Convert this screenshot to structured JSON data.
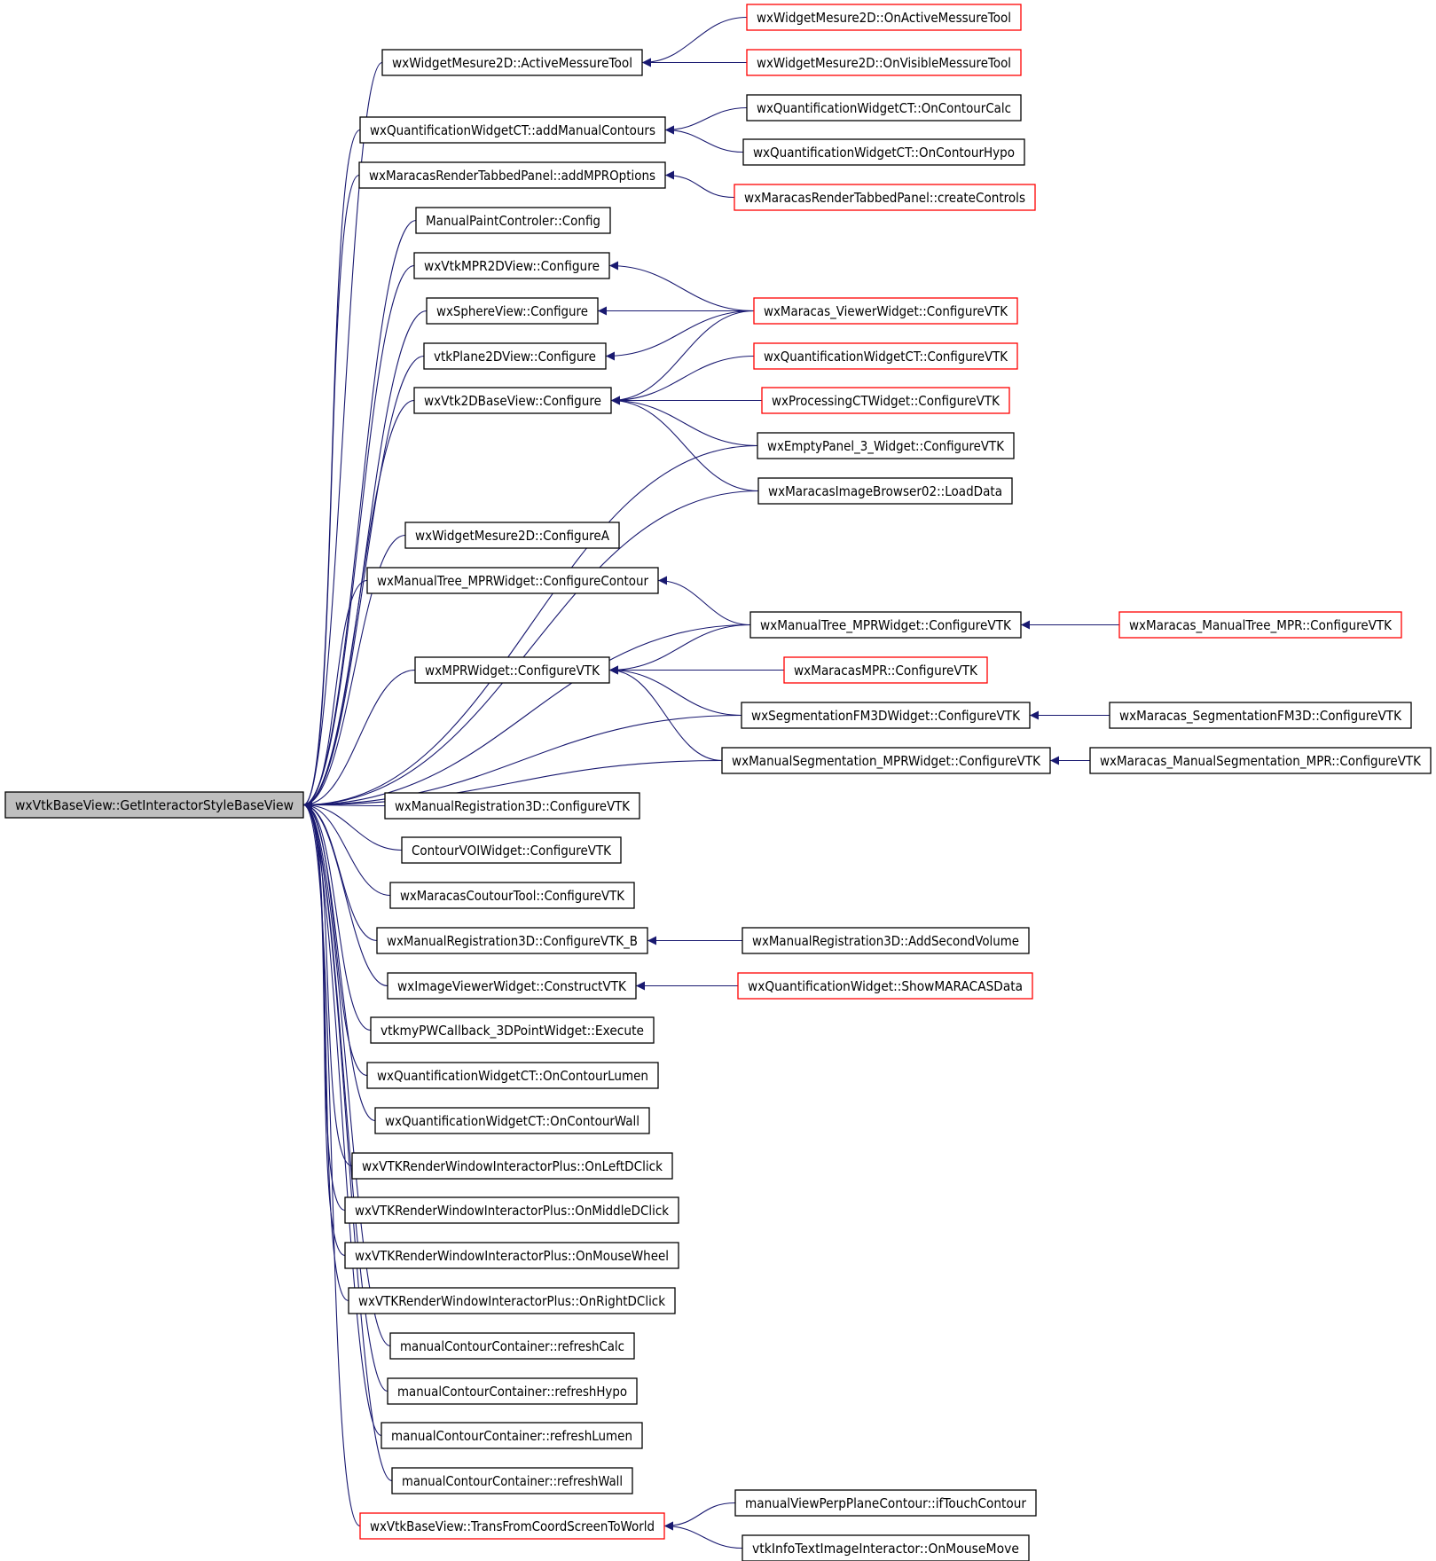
{
  "colors": {
    "edge": "#191970",
    "node_border_default": "#000000",
    "node_border_truncated": "#ff0000",
    "root_fill": "#bfbfbf",
    "background": "#ffffff"
  },
  "graph": {
    "root": "wxVtkBaseView::GetInteractorStyleBaseView",
    "nodes": [
      {
        "id": "root",
        "label": "wxVtkBaseView::GetInteractorStyleBaseView",
        "border": "default",
        "root": true
      },
      {
        "id": "c1",
        "label": "wxWidgetMesure2D::ActiveMessureTool",
        "border": "default"
      },
      {
        "id": "c2",
        "label": "wxQuantificationWidgetCT::addManualContours",
        "border": "default"
      },
      {
        "id": "c3",
        "label": "wxMaracasRenderTabbedPanel::addMPROptions",
        "border": "default"
      },
      {
        "id": "c4",
        "label": "ManualPaintControler::Config",
        "border": "default"
      },
      {
        "id": "c5",
        "label": "wxVtkMPR2DView::Configure",
        "border": "default"
      },
      {
        "id": "c6",
        "label": "wxSphereView::Configure",
        "border": "default"
      },
      {
        "id": "c7",
        "label": "vtkPlane2DView::Configure",
        "border": "default"
      },
      {
        "id": "c8",
        "label": "wxVtk2DBaseView::Configure",
        "border": "default"
      },
      {
        "id": "c9",
        "label": "wxWidgetMesure2D::ConfigureA",
        "border": "default"
      },
      {
        "id": "c10",
        "label": "wxManualTree_MPRWidget::ConfigureContour",
        "border": "default"
      },
      {
        "id": "c11",
        "label": "wxMPRWidget::ConfigureVTK",
        "border": "default"
      },
      {
        "id": "c12",
        "label": "wxManualRegistration3D::ConfigureVTK",
        "border": "default"
      },
      {
        "id": "c13",
        "label": "ContourVOIWidget::ConfigureVTK",
        "border": "default"
      },
      {
        "id": "c14",
        "label": "wxMaracasCoutourTool::ConfigureVTK",
        "border": "default"
      },
      {
        "id": "c15",
        "label": "wxManualRegistration3D::ConfigureVTK_B",
        "border": "default"
      },
      {
        "id": "c16",
        "label": "wxImageViewerWidget::ConstructVTK",
        "border": "default"
      },
      {
        "id": "c17",
        "label": "vtkmyPWCallback_3DPointWidget::Execute",
        "border": "default"
      },
      {
        "id": "c18",
        "label": "wxQuantificationWidgetCT::OnContourLumen",
        "border": "default"
      },
      {
        "id": "c19",
        "label": "wxQuantificationWidgetCT::OnContourWall",
        "border": "default"
      },
      {
        "id": "c20",
        "label": "wxVTKRenderWindowInteractorPlus::OnLeftDClick",
        "border": "default"
      },
      {
        "id": "c21",
        "label": "wxVTKRenderWindowInteractorPlus::OnMiddleDClick",
        "border": "default"
      },
      {
        "id": "c22",
        "label": "wxVTKRenderWindowInteractorPlus::OnMouseWheel",
        "border": "default"
      },
      {
        "id": "c23",
        "label": "wxVTKRenderWindowInteractorPlus::OnRightDClick",
        "border": "default"
      },
      {
        "id": "c24",
        "label": "manualContourContainer::refreshCalc",
        "border": "default"
      },
      {
        "id": "c25",
        "label": "manualContourContainer::refreshHypo",
        "border": "default"
      },
      {
        "id": "c26",
        "label": "manualContourContainer::refreshLumen",
        "border": "default"
      },
      {
        "id": "c27",
        "label": "manualContourContainer::refreshWall",
        "border": "default"
      },
      {
        "id": "c28",
        "label": "wxVtkBaseView::TransFromCoordScreenToWorld",
        "border": "truncated"
      },
      {
        "id": "d1",
        "label": "wxWidgetMesure2D::OnActiveMessureTool",
        "border": "truncated"
      },
      {
        "id": "d2",
        "label": "wxWidgetMesure2D::OnVisibleMessureTool",
        "border": "truncated"
      },
      {
        "id": "d3",
        "label": "wxQuantificationWidgetCT::OnContourCalc",
        "border": "default"
      },
      {
        "id": "d4",
        "label": "wxQuantificationWidgetCT::OnContourHypo",
        "border": "default"
      },
      {
        "id": "d5",
        "label": "wxMaracasRenderTabbedPanel::createControls",
        "border": "truncated"
      },
      {
        "id": "d6",
        "label": "wxMaracas_ViewerWidget::ConfigureVTK",
        "border": "truncated"
      },
      {
        "id": "d7",
        "label": "wxQuantificationWidgetCT::ConfigureVTK",
        "border": "truncated"
      },
      {
        "id": "d8",
        "label": "wxProcessingCTWidget::ConfigureVTK",
        "border": "truncated"
      },
      {
        "id": "d9",
        "label": "wxEmptyPanel_3_Widget::ConfigureVTK",
        "border": "default"
      },
      {
        "id": "d10",
        "label": "wxMaracasImageBrowser02::LoadData",
        "border": "default"
      },
      {
        "id": "d11",
        "label": "wxManualTree_MPRWidget::ConfigureVTK",
        "border": "default"
      },
      {
        "id": "d12",
        "label": "wxMaracasMPR::ConfigureVTK",
        "border": "truncated"
      },
      {
        "id": "d13",
        "label": "wxSegmentationFM3DWidget::ConfigureVTK",
        "border": "default"
      },
      {
        "id": "d14",
        "label": "wxManualSegmentation_MPRWidget::ConfigureVTK",
        "border": "default"
      },
      {
        "id": "d15",
        "label": "wxManualRegistration3D::AddSecondVolume",
        "border": "default"
      },
      {
        "id": "d16",
        "label": "wxQuantificationWidget::ShowMARACASData",
        "border": "truncated"
      },
      {
        "id": "d17",
        "label": "manualViewPerpPlaneContour::ifTouchContour",
        "border": "default"
      },
      {
        "id": "d18",
        "label": "vtkInfoTextImageInteractor::OnMouseMove",
        "border": "default"
      },
      {
        "id": "e1",
        "label": "wxMaracas_ManualTree_MPR::ConfigureVTK",
        "border": "truncated"
      },
      {
        "id": "e2",
        "label": "wxMaracas_SegmentationFM3D::ConfigureVTK",
        "border": "default"
      },
      {
        "id": "e3",
        "label": "wxMaracas_ManualSegmentation_MPR::ConfigureVTK",
        "border": "default"
      }
    ],
    "edges": [
      [
        "c1",
        "root"
      ],
      [
        "c2",
        "root"
      ],
      [
        "c3",
        "root"
      ],
      [
        "c4",
        "root"
      ],
      [
        "c5",
        "root"
      ],
      [
        "c6",
        "root"
      ],
      [
        "c7",
        "root"
      ],
      [
        "c8",
        "root"
      ],
      [
        "c9",
        "root"
      ],
      [
        "c10",
        "root"
      ],
      [
        "c11",
        "root"
      ],
      [
        "c12",
        "root"
      ],
      [
        "c13",
        "root"
      ],
      [
        "c14",
        "root"
      ],
      [
        "c15",
        "root"
      ],
      [
        "c16",
        "root"
      ],
      [
        "c17",
        "root"
      ],
      [
        "c18",
        "root"
      ],
      [
        "c19",
        "root"
      ],
      [
        "c20",
        "root"
      ],
      [
        "c21",
        "root"
      ],
      [
        "c22",
        "root"
      ],
      [
        "c23",
        "root"
      ],
      [
        "c24",
        "root"
      ],
      [
        "c25",
        "root"
      ],
      [
        "c26",
        "root"
      ],
      [
        "c27",
        "root"
      ],
      [
        "c28",
        "root"
      ],
      [
        "d9",
        "root"
      ],
      [
        "d10",
        "root"
      ],
      [
        "d11",
        "root"
      ],
      [
        "d13",
        "root"
      ],
      [
        "d14",
        "root"
      ],
      [
        "d1",
        "c1"
      ],
      [
        "d2",
        "c1"
      ],
      [
        "d3",
        "c2"
      ],
      [
        "d4",
        "c2"
      ],
      [
        "d5",
        "c3"
      ],
      [
        "d6",
        "c5"
      ],
      [
        "d6",
        "c6"
      ],
      [
        "d6",
        "c7"
      ],
      [
        "d6",
        "c8"
      ],
      [
        "d7",
        "c8"
      ],
      [
        "d8",
        "c8"
      ],
      [
        "d9",
        "c8"
      ],
      [
        "d10",
        "c8"
      ],
      [
        "d11",
        "c10"
      ],
      [
        "d11",
        "c11"
      ],
      [
        "d12",
        "c11"
      ],
      [
        "d13",
        "c11"
      ],
      [
        "d14",
        "c11"
      ],
      [
        "d15",
        "c15"
      ],
      [
        "d16",
        "c16"
      ],
      [
        "d17",
        "c28"
      ],
      [
        "d18",
        "c28"
      ],
      [
        "e1",
        "d11"
      ],
      [
        "e2",
        "d13"
      ],
      [
        "e3",
        "d14"
      ]
    ]
  }
}
